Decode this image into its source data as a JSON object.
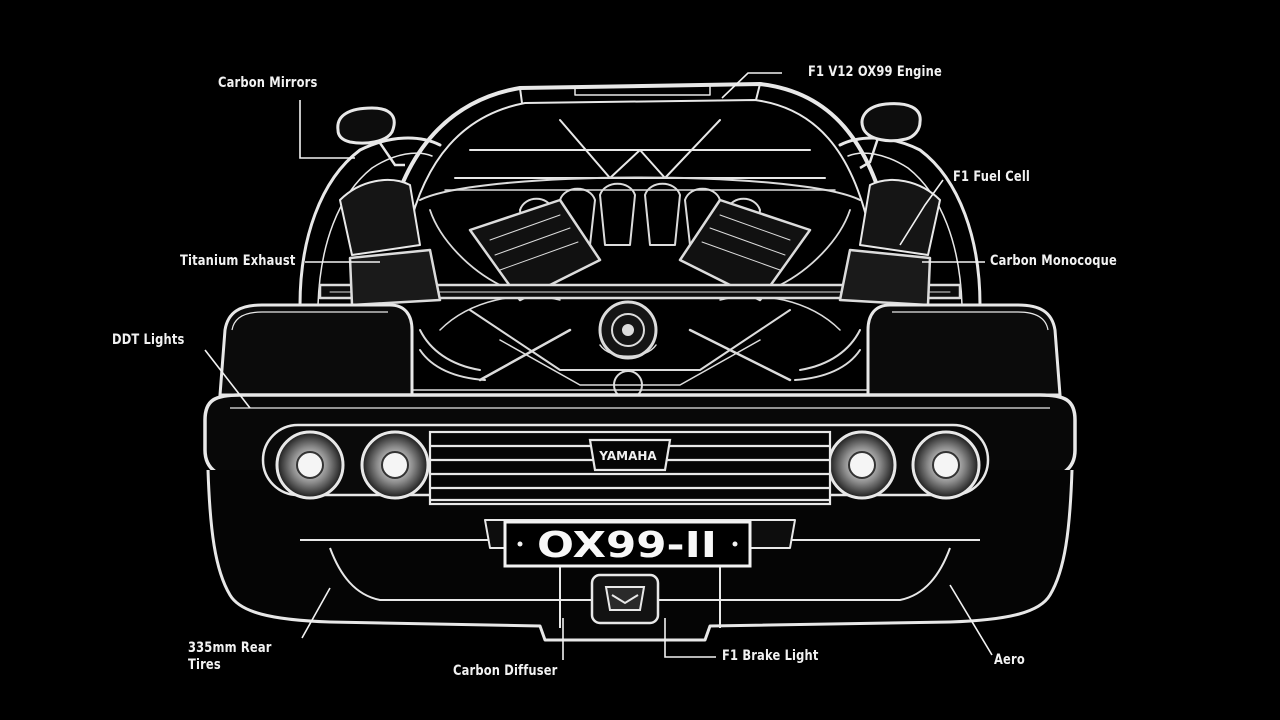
{
  "labels": {
    "mirrors": "Carbon Mirrors",
    "engine": "F1 V12 OX99 Engine",
    "fuel_cell": "F1 Fuel Cell",
    "exhaust": "Titanium Exhaust",
    "monocoque": "Carbon Monocoque",
    "ddt_lights": "DDT Lights",
    "rear_tires": "335mm Rear\nTires",
    "diffuser": "Carbon Diffuser",
    "brake_light": "F1 Brake Light",
    "aero": "Aero"
  },
  "car": {
    "plate": "OX99-II",
    "badge": "YAMAHA"
  },
  "colors": {
    "background": "#000000",
    "line": "#e8e8e8",
    "text": "#f2f2f2"
  }
}
